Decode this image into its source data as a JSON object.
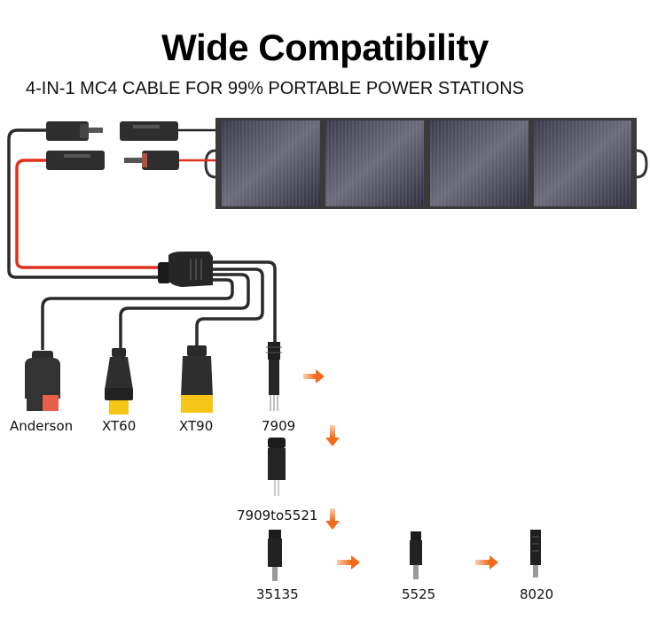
{
  "header": {
    "title": "Wide Compatibility",
    "subtitle": "4-IN-1 MC4 CABLE FOR 99% PORTABLE POWER STATIONS"
  },
  "solar_panel": {
    "panel_count": 4,
    "cell_color": "#4a4a5a",
    "frame_color": "#3a3a3a"
  },
  "cable": {
    "positive_color": "#e03020",
    "negative_color": "#222222",
    "connector_type": "MC4"
  },
  "connectors": [
    {
      "label": "Anderson"
    },
    {
      "label": "XT60"
    },
    {
      "label": "XT90"
    },
    {
      "label": "7909"
    },
    {
      "label": "7909to5521"
    },
    {
      "label": "35135"
    },
    {
      "label": "5525"
    },
    {
      "label": "8020"
    }
  ],
  "accent_colors": {
    "arrow": "#f26a1b",
    "plug_yellow": "#f5c518",
    "anderson_red": "#e8604a"
  }
}
